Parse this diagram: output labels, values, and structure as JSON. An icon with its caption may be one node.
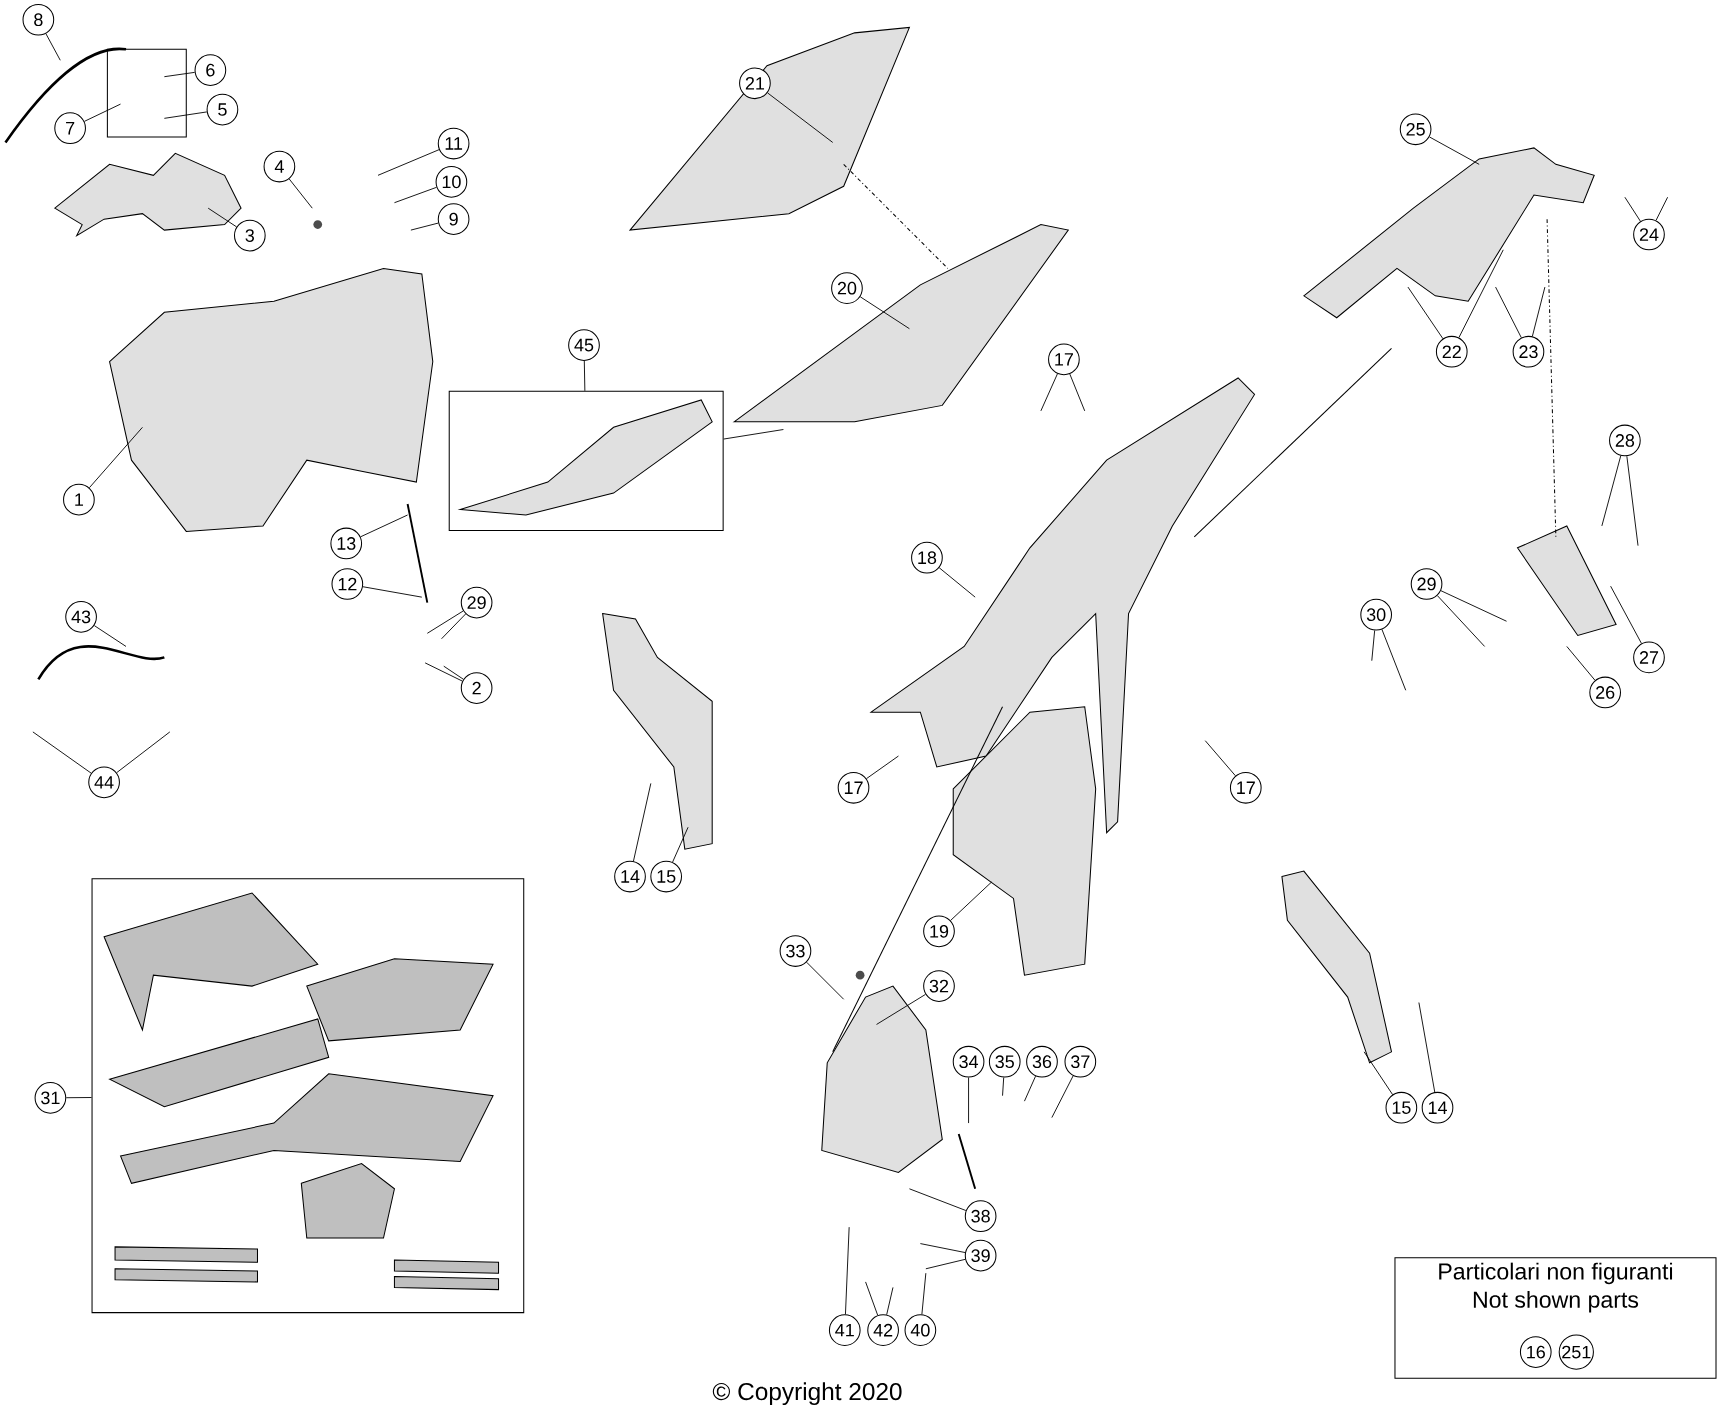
{
  "diagram": {
    "nodes": [
      {
        "text": [
          "8"
        ]
      },
      {
        "text": [
          "6"
        ]
      },
      {
        "text": [
          "5"
        ]
      },
      {
        "text": [
          "7"
        ]
      },
      {
        "text": [
          "3"
        ]
      },
      {
        "text": [
          "4"
        ]
      },
      {
        "text": [
          "11"
        ]
      },
      {
        "text": [
          "10"
        ]
      },
      {
        "text": [
          "9"
        ]
      },
      {
        "text": [
          "1"
        ]
      },
      {
        "text": [
          "13"
        ]
      },
      {
        "text": [
          "12"
        ]
      },
      {
        "text": [
          "29"
        ]
      },
      {
        "text": [
          "2"
        ]
      },
      {
        "text": [
          "43"
        ]
      },
      {
        "text": [
          "44"
        ]
      },
      {
        "text": [
          "21"
        ]
      },
      {
        "text": [
          "20"
        ]
      },
      {
        "text": [
          "45"
        ]
      },
      {
        "text": [],
        "shape": "picture"
      },
      {
        "text": [
          "25"
        ]
      },
      {
        "text": [
          "24"
        ]
      },
      {
        "text": [
          "22"
        ]
      },
      {
        "text": [
          "23"
        ]
      },
      {
        "text": [
          "17"
        ]
      },
      {
        "text": [
          "18"
        ]
      },
      {
        "text": [
          "17"
        ]
      },
      {
        "text": [
          "17"
        ]
      },
      {
        "text": [
          "28"
        ]
      },
      {
        "text": [
          "29"
        ]
      },
      {
        "text": [
          "30"
        ]
      },
      {
        "text": [
          "27"
        ]
      },
      {
        "text": [
          "26"
        ]
      },
      {
        "text": [
          "14"
        ]
      },
      {
        "text": [
          "15"
        ]
      },
      {
        "text": [
          "19"
        ]
      },
      {
        "text": [
          "33"
        ]
      },
      {
        "text": [
          "32"
        ]
      },
      {
        "text": [
          "34"
        ]
      },
      {
        "text": [
          "35"
        ]
      },
      {
        "text": [
          "36"
        ]
      },
      {
        "text": [
          "37"
        ]
      },
      {
        "text": [
          "31"
        ]
      },
      {
        "text": [],
        "shape": "picture"
      },
      {
        "text": [
          "38"
        ]
      },
      {
        "text": [
          "39"
        ]
      },
      {
        "text": [
          "41"
        ]
      },
      {
        "text": [
          "42"
        ]
      },
      {
        "text": [
          "40"
        ]
      },
      {
        "text": [
          "15"
        ]
      },
      {
        "text": [
          "14"
        ]
      },
      {
        "text": [
          "Particolari non figuranti",
          "Not shown parts"
        ]
      },
      {
        "text": [
          "16"
        ],
        "in": 51
      },
      {
        "text": [
          "251"
        ],
        "in": 51
      }
    ],
    "edges": [
      {
        "from": 0,
        "to": null,
        "arrow": "none"
      },
      {
        "from": 1,
        "to": null,
        "arrow": "none"
      },
      {
        "from": 2,
        "to": null,
        "arrow": "none"
      },
      {
        "from": 3,
        "to": null,
        "arrow": "none"
      },
      {
        "from": 4,
        "to": null,
        "arrow": "none"
      },
      {
        "from": 5,
        "to": null,
        "arrow": "none"
      },
      {
        "from": 6,
        "to": null,
        "arrow": "none"
      },
      {
        "from": 7,
        "to": null,
        "arrow": "none"
      },
      {
        "from": 8,
        "to": null,
        "arrow": "none"
      },
      {
        "from": 9,
        "to": null,
        "arrow": "none"
      },
      {
        "from": 10,
        "to": null,
        "arrow": "none"
      },
      {
        "from": 11,
        "to": null,
        "arrow": "none"
      },
      {
        "from": 12,
        "to": null,
        "arrow": "none"
      },
      {
        "from": 12,
        "to": null,
        "arrow": "none"
      },
      {
        "from": 13,
        "to": null,
        "arrow": "none"
      },
      {
        "from": 13,
        "to": null,
        "arrow": "none"
      },
      {
        "from": 14,
        "to": null,
        "arrow": "none"
      },
      {
        "from": 15,
        "to": null,
        "arrow": "none"
      },
      {
        "from": 15,
        "to": null,
        "arrow": "none"
      },
      {
        "from": 16,
        "to": null,
        "arrow": "none"
      },
      {
        "from": 17,
        "to": null,
        "arrow": "none"
      },
      {
        "from": 18,
        "to": 19,
        "arrow": "none"
      },
      {
        "from": 19,
        "to": null,
        "arrow": "none"
      },
      {
        "from": 20,
        "to": null,
        "arrow": "none"
      },
      {
        "from": 21,
        "to": null,
        "arrow": "none"
      },
      {
        "from": 21,
        "to": null,
        "arrow": "none"
      },
      {
        "from": 22,
        "to": null,
        "arrow": "none"
      },
      {
        "from": 22,
        "to": null,
        "arrow": "none"
      },
      {
        "from": 23,
        "to": null,
        "arrow": "none"
      },
      {
        "from": 23,
        "to": null,
        "arrow": "none"
      },
      {
        "from": 24,
        "to": null,
        "arrow": "none"
      },
      {
        "from": 24,
        "to": null,
        "arrow": "none"
      },
      {
        "from": 25,
        "to": null,
        "arrow": "none"
      },
      {
        "from": 26,
        "to": null,
        "arrow": "none"
      },
      {
        "from": 27,
        "to": null,
        "arrow": "none"
      },
      {
        "from": 28,
        "to": null,
        "arrow": "none"
      },
      {
        "from": 28,
        "to": null,
        "arrow": "none"
      },
      {
        "from": 29,
        "to": null,
        "arrow": "none"
      },
      {
        "from": 29,
        "to": null,
        "arrow": "none"
      },
      {
        "from": 30,
        "to": null,
        "arrow": "none"
      },
      {
        "from": 30,
        "to": null,
        "arrow": "none"
      },
      {
        "from": 31,
        "to": null,
        "arrow": "none"
      },
      {
        "from": 32,
        "to": null,
        "arrow": "none"
      },
      {
        "from": 33,
        "to": null,
        "arrow": "none"
      },
      {
        "from": 34,
        "to": null,
        "arrow": "none"
      },
      {
        "from": 35,
        "to": null,
        "arrow": "none"
      },
      {
        "from": 36,
        "to": null,
        "arrow": "none"
      },
      {
        "from": 37,
        "to": null,
        "arrow": "none"
      },
      {
        "from": 38,
        "to": null,
        "arrow": "none"
      },
      {
        "from": 39,
        "to": null,
        "arrow": "none"
      },
      {
        "from": 40,
        "to": null,
        "arrow": "none"
      },
      {
        "from": 41,
        "to": null,
        "arrow": "none"
      },
      {
        "from": 42,
        "to": 43,
        "arrow": "none"
      },
      {
        "from": 44,
        "to": null,
        "arrow": "none"
      },
      {
        "from": 45,
        "to": null,
        "arrow": "none"
      },
      {
        "from": 45,
        "to": null,
        "arrow": "none"
      },
      {
        "from": 46,
        "to": null,
        "arrow": "none"
      },
      {
        "from": 47,
        "to": null,
        "arrow": "none"
      },
      {
        "from": 47,
        "to": null,
        "arrow": "none"
      },
      {
        "from": 48,
        "to": null,
        "arrow": "none"
      },
      {
        "from": 49,
        "to": null,
        "arrow": "none"
      },
      {
        "from": 50,
        "to": null,
        "arrow": "none"
      }
    ],
    "labels": [
      "© Copyright 2020"
    ]
  }
}
